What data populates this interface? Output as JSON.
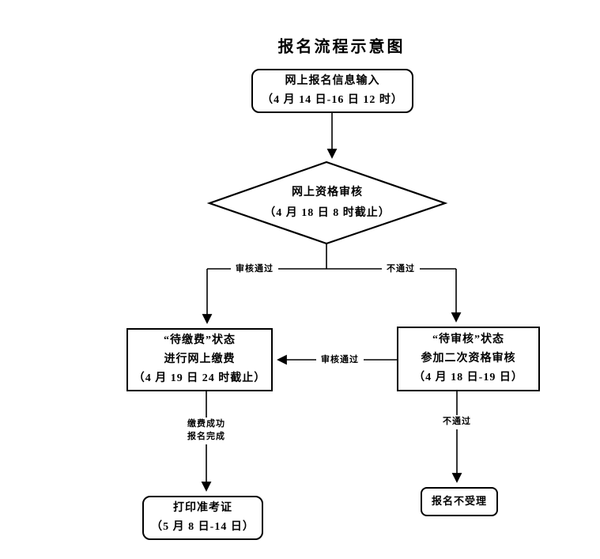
{
  "title": "报名流程示意图",
  "nodes": {
    "start": {
      "line1": "网上报名信息输入",
      "line2": "（4 月 14 日-16 日 12 时）"
    },
    "online_review": {
      "line1": "网上资格审核",
      "line2": "（4 月 18 日 8 时截止）"
    },
    "pending_pay": {
      "line1": "“待缴费”状态",
      "line2": "进行网上缴费",
      "line3": "（4 月 19 日 24 时截止）"
    },
    "pending_review": {
      "line1": "“待审核”状态",
      "line2": "参加二次资格审核",
      "line3": "（4 月 18 日-19 日）"
    },
    "print_ticket": {
      "line1": "打印准考证",
      "line2": "（5 月 8 日-14 日）"
    },
    "not_accepted": {
      "line1": "报名不受理"
    }
  },
  "edge_labels": {
    "review_pass": "审核通过",
    "review_fail": "不通过",
    "second_review_pass": "审核通过",
    "pay_success_line1": "缴费成功",
    "pay_success_line2": "报名完成",
    "second_review_fail": "不通过"
  },
  "colors": {
    "stroke": "#000000",
    "background": "#ffffff",
    "text": "#000000"
  }
}
